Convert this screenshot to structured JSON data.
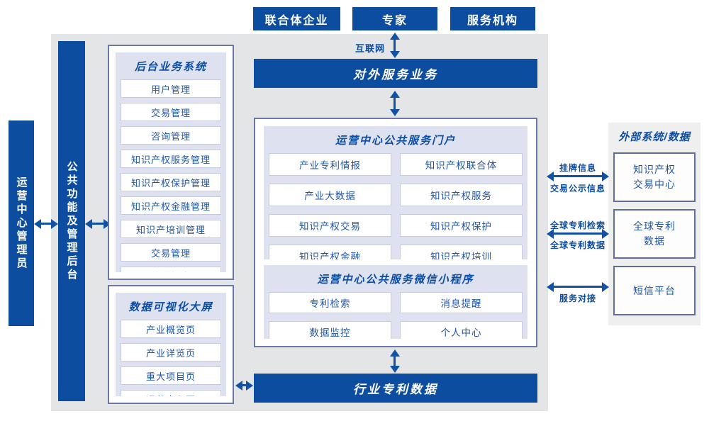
{
  "colors": {
    "primary_blue": "#0d4da0",
    "panel_lavender": "#dee2f0",
    "box_border": "#6b77ab",
    "item_text_blue": "#2255a4",
    "background_gray": "#e4e5e7",
    "right_panel_gray": "#efeff0",
    "arrow_blue": "#1252a4"
  },
  "external_actors": {
    "items": [
      "联合体企业",
      "专家",
      "服务机构"
    ],
    "network_label": "互联网"
  },
  "left_bars": {
    "ops_admin": "运营中心管理员",
    "public_function": "公共功能及管理后台"
  },
  "backend_system": {
    "title": "后台业务系统",
    "items": [
      "用户管理",
      "交易管理",
      "咨询管理",
      "知识产权服务管理",
      "知识产权保护管理",
      "知识产权金融管理",
      "知识产培训管理",
      "交易管理",
      "统计报表"
    ]
  },
  "data_visualization": {
    "title": "数据可视化大屏",
    "items": [
      "产业概览页",
      "产业详览页",
      "重大项目页",
      "运营中心页"
    ]
  },
  "bars": {
    "external_service": "对外服务业务",
    "industry_patent_data": "行业专利数据"
  },
  "portal": {
    "title": "运营中心公共服务门户",
    "items": [
      "产业专利情报",
      "知识产权联合体",
      "产业大数据",
      "知识产权服务",
      "知识产权交易",
      "知识产权保护",
      "知识产权金融",
      "知识产权培训"
    ]
  },
  "mini_program": {
    "title": "运营中心公共服务微信小程序",
    "items": [
      "专利检索",
      "消息提醒",
      "数据监控",
      "个人中心"
    ]
  },
  "external_systems": {
    "title": "外部系统/数据",
    "items": [
      "知识产权交易中心",
      "全球专利数据",
      "短信平台"
    ]
  },
  "connections": {
    "listing_info": "挂牌信息",
    "transaction_publicity": "交易公示信息",
    "global_patent_search": "全球专利检索",
    "global_patent_data": "全球专利数据",
    "service_connection": "服务对接"
  }
}
